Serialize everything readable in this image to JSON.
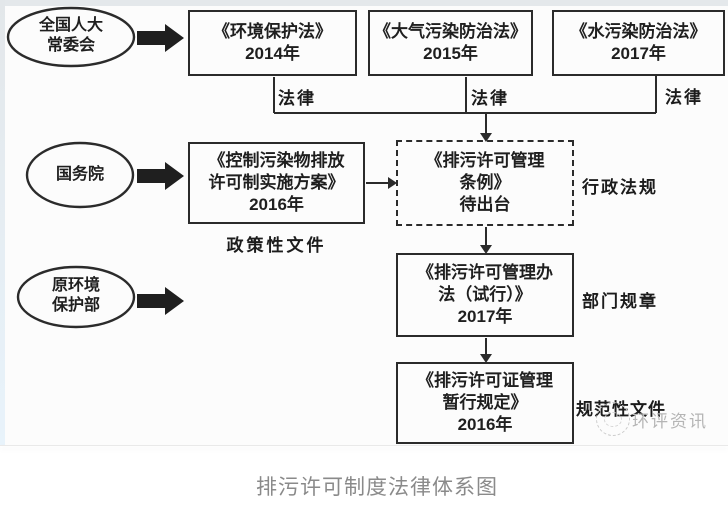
{
  "caption": "排污许可制度法律体系图",
  "watermark": {
    "text": "环评资讯"
  },
  "entities": {
    "npc": {
      "label": "全国人大\n常委会"
    },
    "state_council": {
      "label": "国务院"
    },
    "mep": {
      "label": "原环境\n保护部"
    }
  },
  "nodes": {
    "env_protection_law": {
      "text": "《环境保护法》\n2014年"
    },
    "air_pollution_law": {
      "text": "《大气污染防治法》\n2015年"
    },
    "water_pollution_law": {
      "text": "《水污染防治法》\n2017年"
    },
    "permit_implementation_plan": {
      "text": "《控制污染物排放\n许可制实施方案》\n2016年"
    },
    "permit_regulation": {
      "text": "《排污许可管理\n条例》\n待出台"
    },
    "permit_measures": {
      "text": "《排污许可管理办\n法（试行）》\n2017年"
    },
    "permit_provisional_rules": {
      "text": "《排污许可证管理\n暂行规定》\n2016年"
    }
  },
  "category_labels": {
    "law1": "法律",
    "law2": "法律",
    "law3": "法律",
    "policy_document": "政策性文件",
    "administrative_regulation": "行政法规",
    "departmental_rule": "部门规章",
    "normative_document": "规范性文件"
  },
  "colors": {
    "stroke": "#2b2b2b",
    "caption_text": "#8a8a8a",
    "watermark_text": "#b5b5b5"
  }
}
